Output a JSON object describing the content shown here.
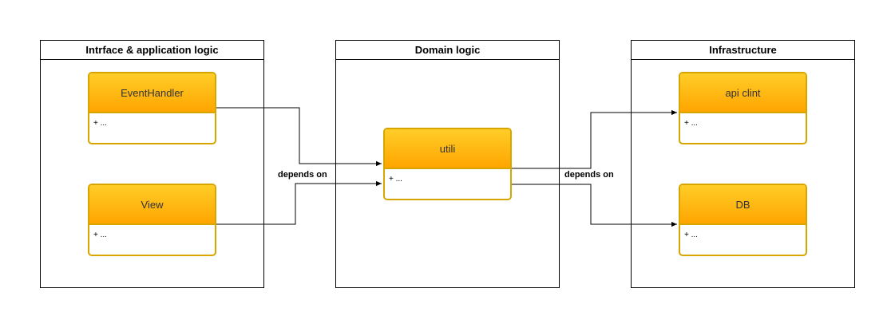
{
  "pools": {
    "interface": {
      "title": "Intrface & application logic"
    },
    "domain": {
      "title": "Domain logic"
    },
    "infrastructure": {
      "title": "Infrastructure"
    }
  },
  "classes": {
    "event_handler": {
      "name": "EventHandler",
      "members": "+ ..."
    },
    "view": {
      "name": "View",
      "members": "+ ..."
    },
    "utili": {
      "name": "utili",
      "members": "+ ..."
    },
    "api_clint": {
      "name": "api clint",
      "members": "+ ..."
    },
    "db": {
      "name": "DB",
      "members": "+ ..."
    }
  },
  "edges": {
    "left_label": "depends on",
    "right_label": "depends on"
  },
  "colors": {
    "class_fill_top": "#ffcd28",
    "class_fill_bottom": "#ffa500",
    "class_border": "#d6a500",
    "line": "#000000"
  }
}
